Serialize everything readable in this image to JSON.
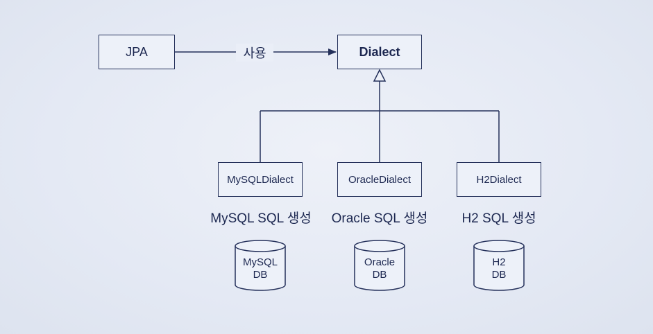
{
  "diagram": {
    "jpa": "JPA",
    "uses": "사용",
    "dialect": "Dialect",
    "subclasses": [
      {
        "name": "MySQLDialect",
        "generates": "MySQL SQL 생성",
        "db_line1": "MySQL",
        "db_line2": "DB"
      },
      {
        "name": "OracleDialect",
        "generates": "Oracle SQL 생성",
        "db_line1": "Oracle",
        "db_line2": "DB"
      },
      {
        "name": "H2Dialect",
        "generates": "H2 SQL 생성",
        "db_line1": "H2",
        "db_line2": "DB"
      }
    ]
  },
  "colors": {
    "stroke": "#24305a",
    "background": "#e6ebf5"
  }
}
